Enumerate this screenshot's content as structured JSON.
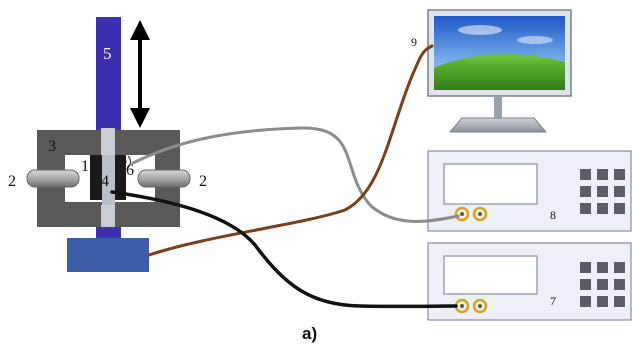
{
  "labels": {
    "rod": "5",
    "frame": "3",
    "clamp_left": "2",
    "clamp_right": "2",
    "sample_left": "1",
    "center": "4",
    "sensor": "6",
    "monitor": "9",
    "instrument_top": "8",
    "instrument_bottom": "7"
  },
  "caption": "a)",
  "colors": {
    "rod": "#3b2fb0",
    "frame": "#595959",
    "base": "#3c5da8",
    "cable_gray": "#8c8c8c",
    "cable_brown": "#7a3f1c",
    "cable_black": "#111111",
    "instrument_body": "#eef0f7",
    "connector": "#d9a21a"
  },
  "icons": [
    "double-arrow-icon",
    "monitor-icon"
  ]
}
